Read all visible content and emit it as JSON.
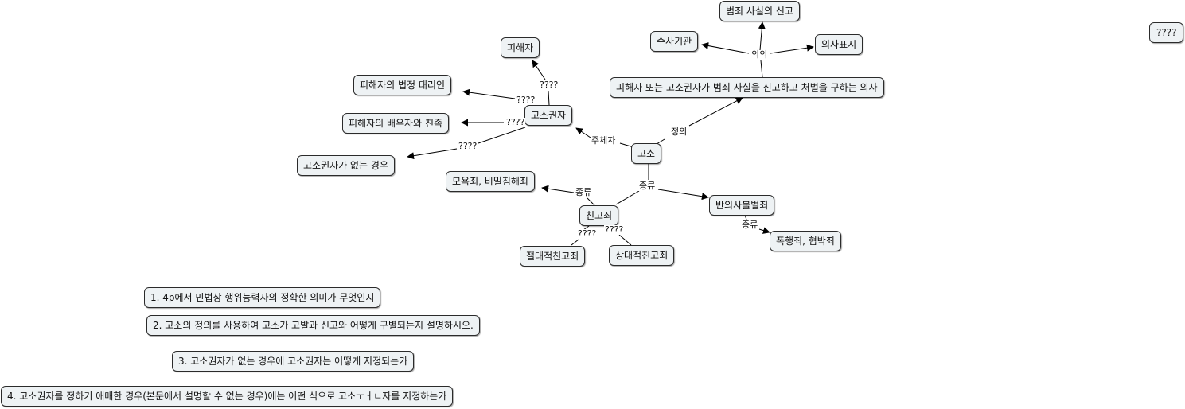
{
  "nodes": {
    "goso": "고소",
    "gosokwonja": "고소권자",
    "victim": "피해자",
    "legal_rep": "피해자의 법정 대리인",
    "spouse_relatives": "피해자의 배우자와 친족",
    "no_complainant": "고소권자가 없는 경우",
    "definition": "피해자 또는 고소권자가 범죄 사실을 신고하고 처벌을 구하는 의사",
    "investigative": "수사기관",
    "report_crime": "범죄 사실의 신고",
    "intent": "의사표시",
    "chingo": "친고죄",
    "insult": "모욕죄, 비밀침해죄",
    "absolute": "절대적친고죄",
    "relative": "상대적친고죄",
    "baneui": "반의사불벌죄",
    "assault": "폭행죄, 협박죄",
    "unknown_topright": "????"
  },
  "edge_labels": {
    "subject": "주체자",
    "definition": "정의",
    "meaning": "의의",
    "kind1": "종류",
    "kind2": "종류",
    "kind3": "종류",
    "kind4": "종류",
    "q_victim": "????",
    "q_legal": "????",
    "q_spouse": "????",
    "q_none": "????",
    "q_abs": "????",
    "q_rel": "????"
  },
  "questions": [
    "1. 4p에서 민법상 행위능력자의 정확한 의미가 무엇인지",
    "2. 고소의 정의를 사용하여 고소가 고발과 신고와 어떻게 구별되는지 설명하시오.",
    "3. 고소권자가 없는 경우에 고소권자는 어떻게 지정되는가",
    "4. 고소권자를 정하기 애매한 경우(본문에서 설명할 수 없는 경우)에는 어떤 식으로 고소ㅜㅓㄴ자를 지정하는가"
  ]
}
